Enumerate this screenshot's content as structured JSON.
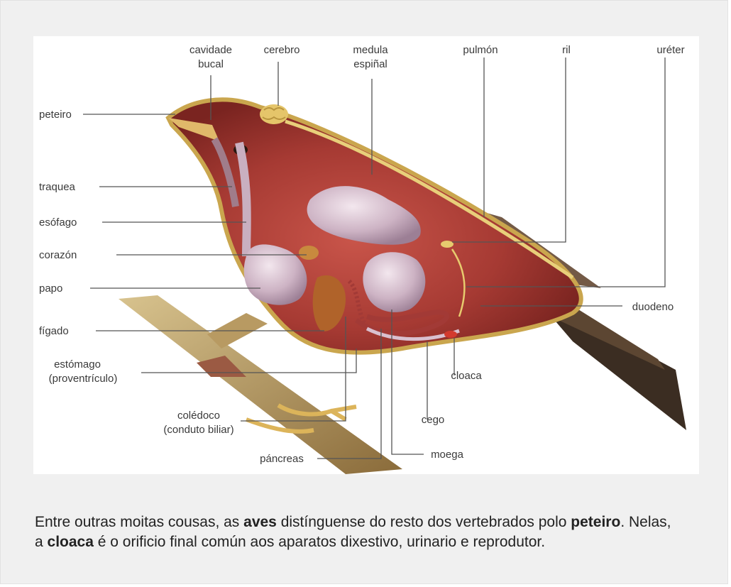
{
  "diagram": {
    "labels": {
      "cavidade_bucal": [
        "cavidade",
        "bucal"
      ],
      "cerebro": "cerebro",
      "medula": [
        "medula",
        "espiñal"
      ],
      "pulmon": "pulmón",
      "ril": "ril",
      "ureter": "uréter",
      "peteiro": "peteiro",
      "traquea": "traquea",
      "esofago": "esófago",
      "corazon": "corazón",
      "papo": "papo",
      "figado": "fígado",
      "estomago": [
        "estómago",
        "(proventrículo)"
      ],
      "coledoco": [
        "colédoco",
        "(conduto biliar)"
      ],
      "pancreas": "páncreas",
      "moega": "moega",
      "cego": "cego",
      "cloaca": "cloaca",
      "duodeno": "duodeno"
    }
  },
  "caption": {
    "part1": "Entre outras moitas cousas, as ",
    "bold1": "aves",
    "part2": " distínguense do resto dos vertebrados polo ",
    "bold2": "peteiro",
    "part3": ". Nelas, a ",
    "bold3": "cloaca",
    "part4": " é o orificio final común aos aparatos dixestivo, urinario e reprodutor."
  }
}
